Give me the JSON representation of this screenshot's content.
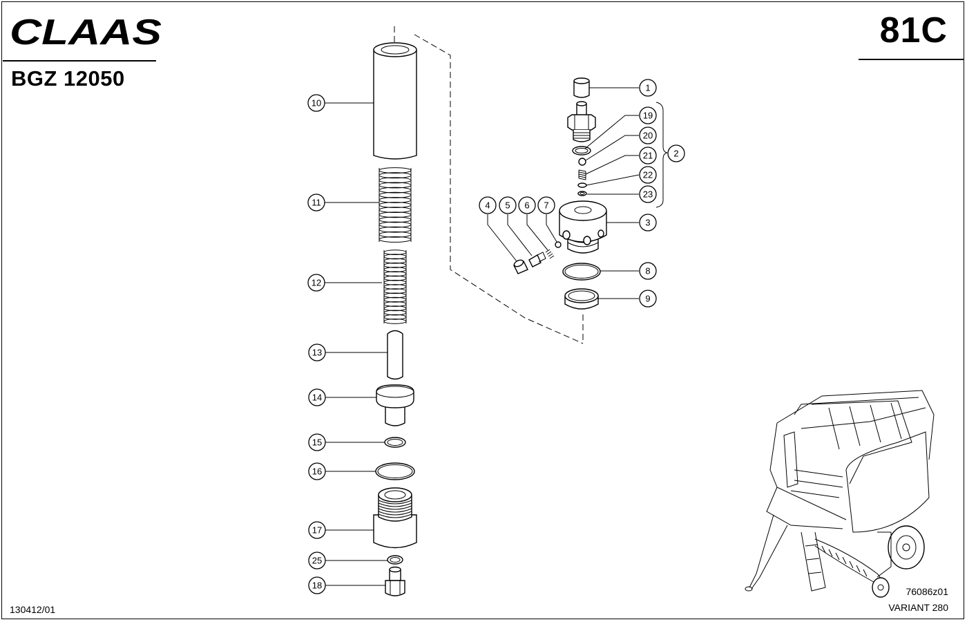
{
  "header": {
    "brand": "CLAAS",
    "doc_code": "BGZ 12050",
    "page": "81C"
  },
  "footer": {
    "sheet_code": "130412/01",
    "image_ref": "76086z01",
    "model": "VARIANT 280"
  },
  "callouts": {
    "c1": "1",
    "c2": "2",
    "c3": "3",
    "c4": "4",
    "c5": "5",
    "c6": "6",
    "c7": "7",
    "c8": "8",
    "c9": "9",
    "c10": "10",
    "c11": "11",
    "c12": "12",
    "c13": "13",
    "c14": "14",
    "c15": "15",
    "c16": "16",
    "c17": "17",
    "c18": "18",
    "c19": "19",
    "c20": "20",
    "c21": "21",
    "c22": "22",
    "c23": "23",
    "c25": "25"
  },
  "icons": {
    "logo": "claas-logo",
    "machine": "round-baler-machine-icon"
  }
}
